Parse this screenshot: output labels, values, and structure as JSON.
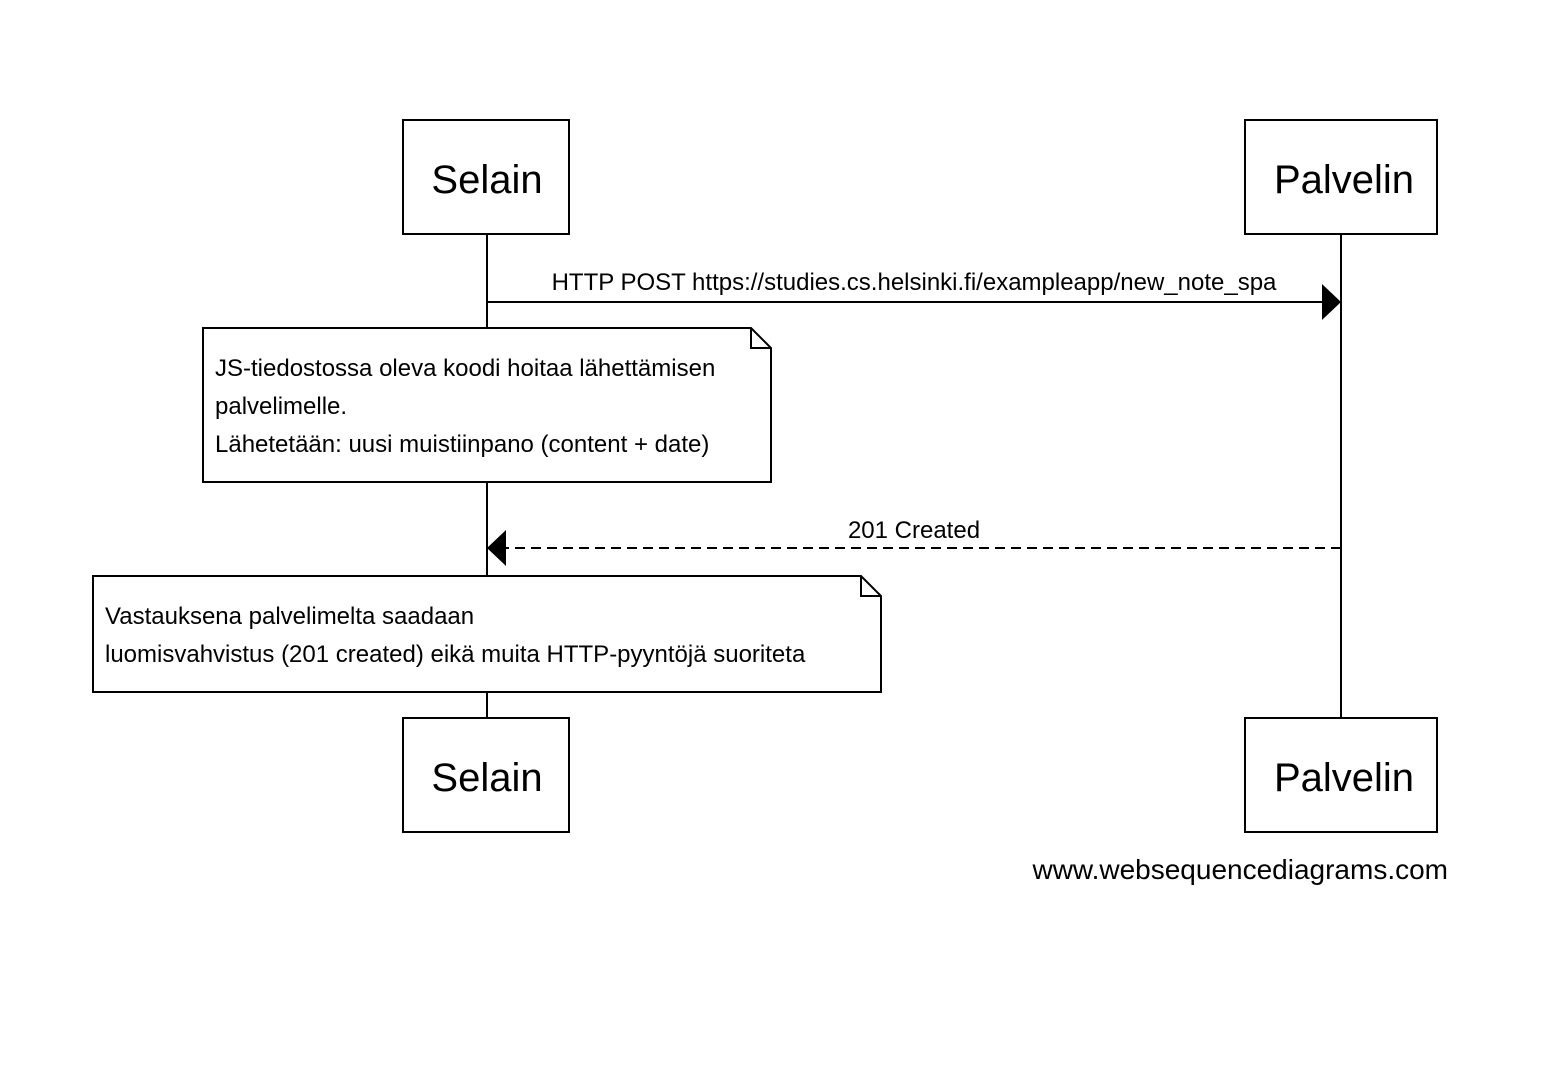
{
  "participants": {
    "browser": "Selain",
    "server": "Palvelin"
  },
  "messages": {
    "post": "HTTP POST https://studies.cs.helsinki.fi/exampleapp/new_note_spa",
    "created": "201 Created"
  },
  "notes": {
    "first": [
      "JS-tiedostossa oleva koodi hoitaa lähettämisen",
      "palvelimelle.",
      "Lähetetään: uusi muistiinpano (content + date)"
    ],
    "second": [
      "Vastauksena palvelimelta saadaan",
      "luomisvahvistus (201 created) eikä muita HTTP-pyyntöjä suoriteta"
    ]
  },
  "watermark": "www.websequencediagrams.com",
  "colors": {
    "stroke": "#000000",
    "background": "#ffffff"
  }
}
